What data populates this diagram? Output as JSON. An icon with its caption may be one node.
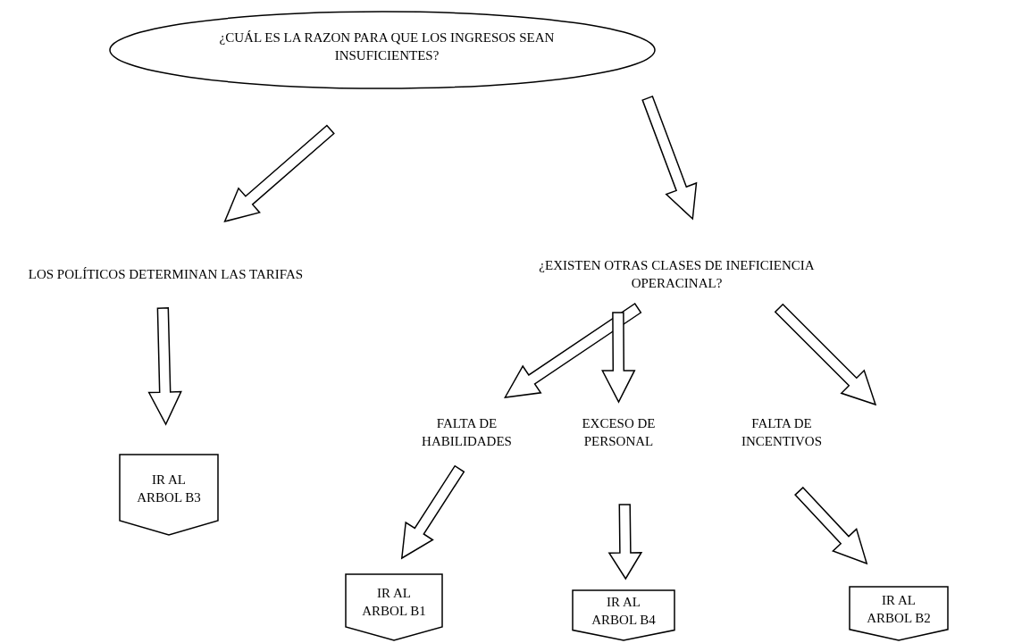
{
  "diagram": {
    "nodes": [
      {
        "text": [
          "¿CUÁL ES LA RAZON PARA QUE LOS INGRESOS SEAN INSUFICIENTES?"
        ]
      },
      {
        "text": [
          "LOS POLÍTICOS DETERMINAN LAS TARIFAS"
        ]
      },
      {
        "text": [
          "¿EXISTEN OTRAS CLASES DE INEFICIENCIA OPERACINAL?"
        ]
      },
      {
        "text": [
          "IR AL ARBOL B3"
        ]
      },
      {
        "text": [
          "FALTA DE HABILIDADES"
        ]
      },
      {
        "text": [
          "EXCESO DE PERSONAL"
        ]
      },
      {
        "text": [
          "FALTA DE INCENTIVOS"
        ]
      },
      {
        "text": [
          "IR AL ARBOL B1"
        ]
      },
      {
        "text": [
          "IR AL ARBOL B4"
        ]
      },
      {
        "text": [
          "IR AL ARBOL B2"
        ]
      }
    ],
    "edges": [
      {
        "from": 0,
        "to": 1,
        "arrow": "to"
      },
      {
        "from": 0,
        "to": 2,
        "arrow": "to"
      },
      {
        "from": 1,
        "to": 3,
        "arrow": "to"
      },
      {
        "from": 2,
        "to": 4,
        "arrow": "to"
      },
      {
        "from": 2,
        "to": 5,
        "arrow": "to"
      },
      {
        "from": 2,
        "to": 6,
        "arrow": "to"
      },
      {
        "from": 4,
        "to": 7,
        "arrow": "to"
      },
      {
        "from": 5,
        "to": 8,
        "arrow": "to"
      },
      {
        "from": 6,
        "to": 9,
        "arrow": "to"
      }
    ]
  }
}
